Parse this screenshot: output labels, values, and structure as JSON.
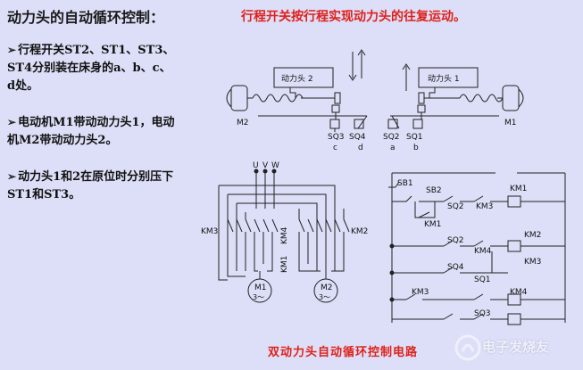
{
  "title": {
    "main": "动力头的自动循环控制：",
    "sub": "行程开关按行程实现动力头的往复运动。"
  },
  "bullets": [
    {
      "icon": "arrow-bullet-icon",
      "text": "行程开关ST2、ST1、ST3、ST4分别装在床身的a、b、c、d处。"
    },
    {
      "icon": "arrow-bullet-icon",
      "text": "电动机M1带动动力头1，电动机M2带动动力头2。"
    },
    {
      "icon": "arrow-bullet-icon",
      "text": "动力头1和2在原位时分别压下ST1和ST3。"
    }
  ],
  "mechanism": {
    "head2_label": "动力头 2",
    "head1_label": "动力头 1",
    "motor_left": "M2",
    "motor_right": "M1",
    "switches": [
      "SQ3",
      "SQ4",
      "SQ2",
      "SQ1"
    ],
    "positions": [
      "c",
      "d",
      "a",
      "b"
    ]
  },
  "power_circuit": {
    "phases": [
      "U",
      "V",
      "W"
    ],
    "contactors": [
      "KM3",
      "KM4",
      "KM1",
      "KM2"
    ],
    "motor1": {
      "name": "M1",
      "phase": "3～"
    },
    "motor2": {
      "name": "M2",
      "phase": "3～"
    }
  },
  "control_circuit": {
    "buttons": [
      "SB1",
      "SB2"
    ],
    "row1": [
      "KM1",
      "SQ2",
      "KM3",
      "KM1"
    ],
    "row2": [
      "SQ2",
      "KM4",
      "KM2"
    ],
    "row3": [
      "SQ4",
      "SQ1",
      "KM3"
    ],
    "row4": [
      "KM3",
      "SQ3",
      "KM4"
    ]
  },
  "caption": "双动力头自动循环控制电路",
  "watermark": "电子发烧友",
  "colors": {
    "background": "#dcdff7",
    "accent_red": "#e0201a",
    "line": "#222222"
  }
}
